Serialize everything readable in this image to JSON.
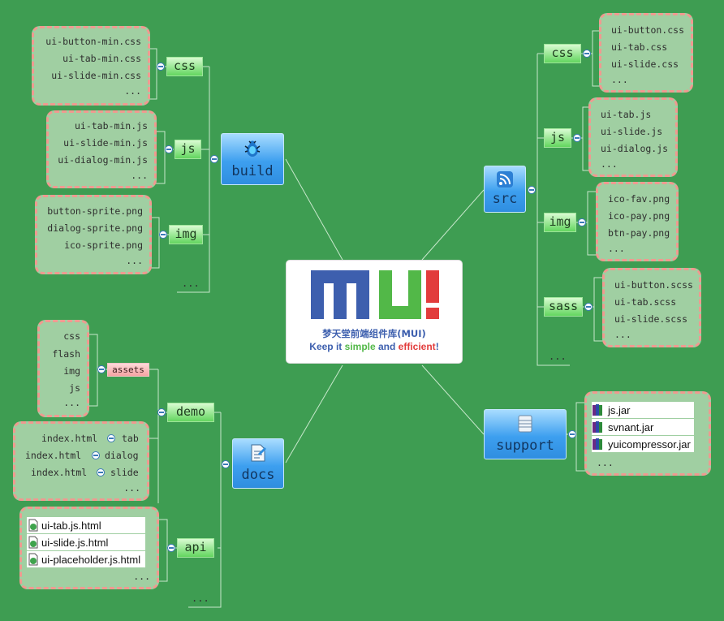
{
  "center": {
    "logo_text": "MU!",
    "title": "梦天堂前端组件库(MUI)",
    "slogan_1": "Keep it ",
    "slogan_2": "simple",
    "slogan_3": " and ",
    "slogan_4": "efficient",
    "slogan_5": "!"
  },
  "build": {
    "label": "build",
    "icon": "bug-icon",
    "css": {
      "label": "css",
      "items": [
        "ui-button-min.css",
        "ui-tab-min.css",
        "ui-slide-min.css",
        "..."
      ]
    },
    "js": {
      "label": "js",
      "items": [
        "ui-tab-min.js",
        "ui-slide-min.js",
        "ui-dialog-min.js",
        "..."
      ]
    },
    "img": {
      "label": "img",
      "items": [
        "button-sprite.png",
        "dialog-sprite.png",
        "ico-sprite.png",
        "..."
      ]
    },
    "more": "..."
  },
  "src": {
    "label": "src",
    "icon": "rss-icon",
    "css": {
      "label": "css",
      "items": [
        "ui-button.css",
        "ui-tab.css",
        "ui-slide.css",
        "..."
      ]
    },
    "js": {
      "label": "js",
      "items": [
        "ui-tab.js",
        "ui-slide.js",
        "ui-dialog.js",
        "..."
      ]
    },
    "img": {
      "label": "img",
      "items": [
        "ico-fav.png",
        "ico-pay.png",
        "btn-pay.png",
        "..."
      ]
    },
    "sass": {
      "label": "sass",
      "items": [
        "ui-button.scss",
        "ui-tab.scss",
        "ui-slide.scss",
        "..."
      ]
    },
    "more": "..."
  },
  "docs": {
    "label": "docs",
    "icon": "document-icon",
    "demo": {
      "label": "demo",
      "assets": {
        "label": "assets",
        "items": [
          "css",
          "flash",
          "img",
          "js",
          "..."
        ]
      },
      "pages": [
        {
          "file": "index.html",
          "name": "tab"
        },
        {
          "file": "index.html",
          "name": "dialog"
        },
        {
          "file": "index.html",
          "name": "slide"
        }
      ],
      "pages_more": "..."
    },
    "api": {
      "label": "api",
      "items": [
        "ui-tab.js.html",
        "ui-slide.js.html",
        "ui-placeholder.js.html"
      ],
      "more": "..."
    },
    "more": "..."
  },
  "support": {
    "label": "support",
    "icon": "database-icon",
    "items": [
      "js.jar",
      "svnant.jar",
      "yuicompressor.jar"
    ],
    "more": "..."
  },
  "colors": {
    "background": "#3e9d52",
    "logo_blue": "#3d5fae",
    "logo_green": "#52b848",
    "logo_red": "#e23c3c"
  }
}
